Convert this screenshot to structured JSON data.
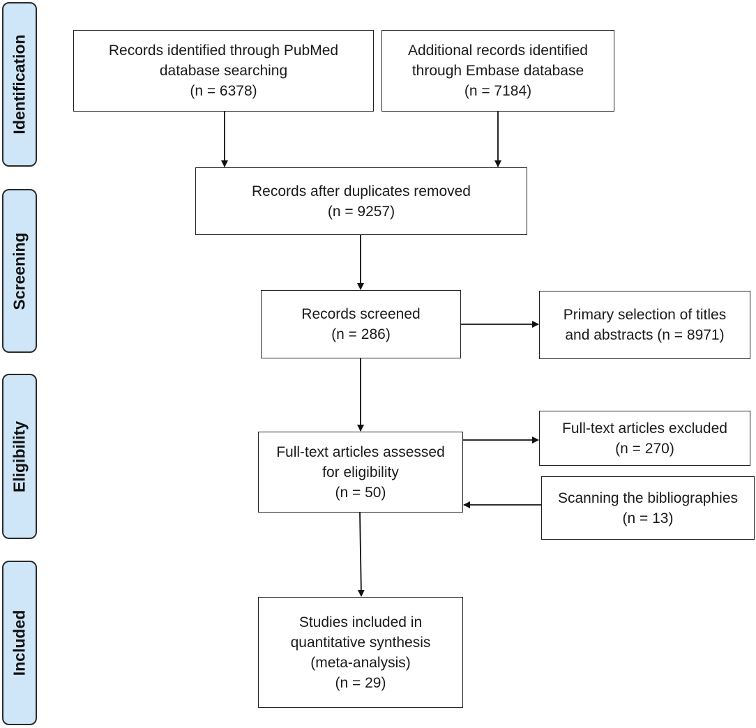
{
  "phases": {
    "identification": "Identification",
    "screening": "Screening",
    "eligibility": "Eligibility",
    "included": "Included"
  },
  "boxes": {
    "pubmed": {
      "line1": "Records identified through PubMed",
      "line2": "database searching",
      "line3": "(n = 6378)"
    },
    "embase": {
      "line1": "Additional records identified",
      "line2": "through Embase database",
      "line3": "(n = 7184)"
    },
    "duplicates": {
      "line1": "Records after duplicates removed",
      "line2": "(n = 9257)"
    },
    "screened": {
      "line1": "Records screened",
      "line2": "(n = 286)"
    },
    "primary_selection": {
      "line1": "Primary selection of titles",
      "line2": "and abstracts (n = 8971)"
    },
    "fulltext_assessed": {
      "line1": "Full-text articles assessed",
      "line2": "for eligibility",
      "line3": "(n = 50)"
    },
    "fulltext_excluded": {
      "line1": "Full-text articles excluded",
      "line2": "(n = 270)"
    },
    "bibliographies": {
      "line1": "Scanning the bibliographies",
      "line2": "(n = 13)"
    },
    "included_studies": {
      "line1": "Studies included in",
      "line2": "quantitative synthesis",
      "line3": "(meta-analysis)",
      "line4": "(n = 29)"
    }
  }
}
